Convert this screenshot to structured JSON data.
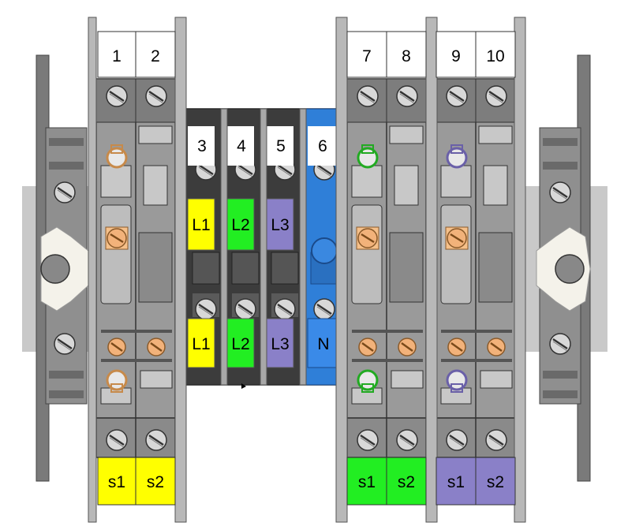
{
  "colors": {
    "rail": "#c9c9c9",
    "body_dark": "#7a7a7a",
    "body_mid": "#9a9a9a",
    "plate": "#b4b4b4",
    "screw": "#d6d6d6",
    "brass": "#f2b27a",
    "yellow": "#ffff00",
    "green": "#22ee22",
    "violet": "#8a80c8",
    "blue": "#2f7fd8",
    "black_body": "#3c3c3c",
    "label_bg": "#ffffff"
  },
  "terminals": [
    {
      "number": "1",
      "bottom_label": "s1",
      "bottom_color": "#ffff00",
      "jumper_color": "#f2b27a"
    },
    {
      "number": "2",
      "bottom_label": "s2",
      "bottom_color": "#ffff00"
    },
    {
      "number": "3",
      "top_label": "L1",
      "bottom_label": "L1",
      "color": "#ffff00"
    },
    {
      "number": "4",
      "top_label": "L2",
      "bottom_label": "L2",
      "color": "#22ee22"
    },
    {
      "number": "5",
      "top_label": "L3",
      "bottom_label": "L3",
      "color": "#8a80c8"
    },
    {
      "number": "6",
      "bottom_label": "N",
      "color": "#2f7fd8"
    },
    {
      "number": "7",
      "bottom_label": "s1",
      "bottom_color": "#22ee22",
      "jumper_color": "#22aa22"
    },
    {
      "number": "8",
      "bottom_label": "s2",
      "bottom_color": "#22ee22"
    },
    {
      "number": "9",
      "bottom_label": "s1",
      "bottom_color": "#8a80c8",
      "jumper_color": "#8a80c8"
    },
    {
      "number": "10",
      "bottom_label": "s2",
      "bottom_color": "#8a80c8"
    }
  ]
}
